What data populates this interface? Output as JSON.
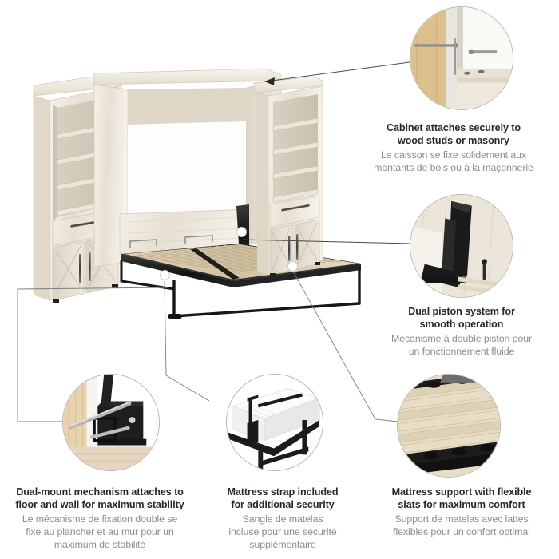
{
  "page": {
    "background_color": "#ffffff",
    "text_color_en": "#2b2724",
    "text_color_fr": "#8d8d8d",
    "accent_line_color": "#4a4a4a"
  },
  "product": {
    "name": "queen-murphy-bed-with-two-storage-cabinets",
    "finish_color": "#e8e1d5",
    "frame_color": "#1a1a1a",
    "slat_color": "#ddd0b5",
    "left_cabinet": {
      "open_shelves": 4,
      "drawers": 1,
      "doors": 2,
      "door_style": "x-pattern"
    },
    "right_cabinet": {
      "open_shelves": 4,
      "drawers": 1,
      "doors": 2,
      "door_style": "x-pattern"
    }
  },
  "callouts": [
    {
      "id": "wall-mount",
      "icon": "wall-anchor-detail-icon",
      "en_line1": "Cabinet attaches securely to",
      "en_line2": "wood studs or masonry",
      "fr_line1": "Le caisson se fixe solidement aux",
      "fr_line2": "montants de bois ou à la maçonnerie"
    },
    {
      "id": "dual-piston",
      "icon": "piston-mechanism-detail-icon",
      "en_line1": "Dual piston system for",
      "en_line2": "smooth operation",
      "fr_line1": "Mécanisme à double piston pour",
      "fr_line2": "un fonctionnement fluide"
    },
    {
      "id": "dual-mount",
      "icon": "floor-wall-bracket-detail-icon",
      "en_line1": "Dual-mount mechanism attaches to",
      "en_line2": "floor and wall for maximum stability",
      "fr_line1": "Le mécanisme de fixation double se",
      "fr_line2": "fixe au plancher et au mur pour un",
      "fr_line3": "maximum de stabilité"
    },
    {
      "id": "mattress-strap",
      "icon": "mattress-strap-detail-icon",
      "en_line1": "Mattress strap included",
      "en_line2": "for additional security",
      "fr_line1": "Sangle de matelas",
      "fr_line2": "incluse pour une sécurité",
      "fr_line3": "supplémentaire"
    },
    {
      "id": "flexible-slats",
      "icon": "wooden-slats-detail-icon",
      "en_line1": "Mattress support with flexible",
      "en_line2": "slats for maximum comfort",
      "fr_line1": "Support de matelas avec lattes",
      "fr_line2": "flexibles pour un confort optimal"
    }
  ]
}
